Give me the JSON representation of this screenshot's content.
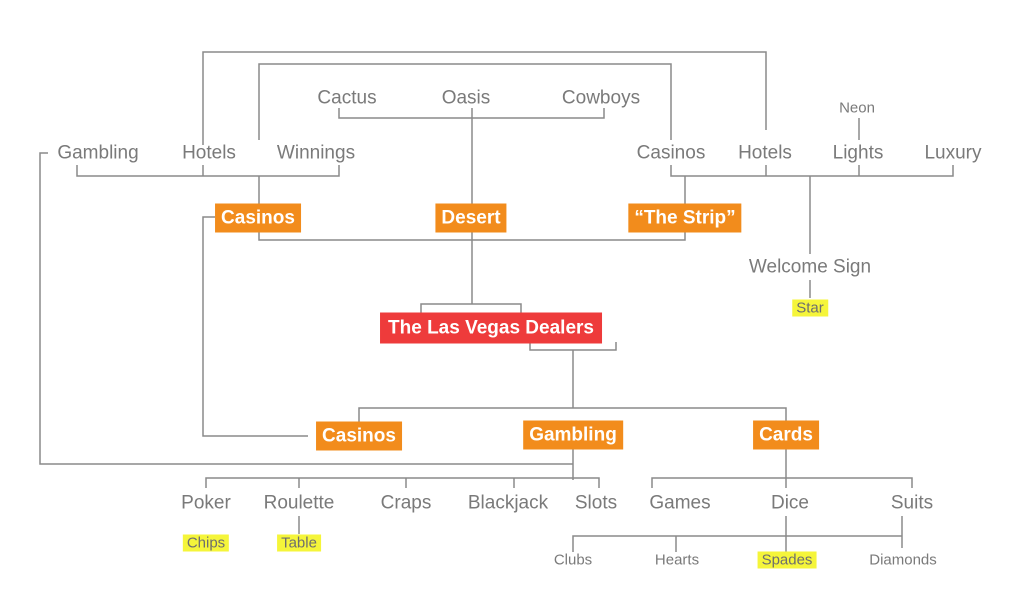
{
  "center": {
    "label": "The Las Vegas Dealers",
    "color": "#ee3b3b"
  },
  "branches": {
    "casinos_top": "Casinos",
    "desert": "Desert",
    "strip": "“The Strip”",
    "casinos_bottom": "Casinos",
    "gambling": "Gambling",
    "cards": "Cards",
    "color": "#f28c1c"
  },
  "casinos_top_children": [
    "Gambling",
    "Hotels",
    "Winnings"
  ],
  "desert_children": [
    "Cactus",
    "Oasis",
    "Cowboys"
  ],
  "strip_children": [
    "Casinos",
    "Hotels",
    "Lights",
    "Luxury",
    "Welcome Sign"
  ],
  "lights_child": "Neon",
  "welcome_sign_child": "Star",
  "gambling_children": [
    "Poker",
    "Roulette",
    "Craps",
    "Blackjack",
    "Slots"
  ],
  "poker_child": "Chips",
  "roulette_child": "Table",
  "cards_children": [
    "Games",
    "Dice",
    "Suits"
  ],
  "suits_children": [
    "Clubs",
    "Hearts",
    "Spades",
    "Diamonds"
  ],
  "highlight_color": "#f5f53a"
}
